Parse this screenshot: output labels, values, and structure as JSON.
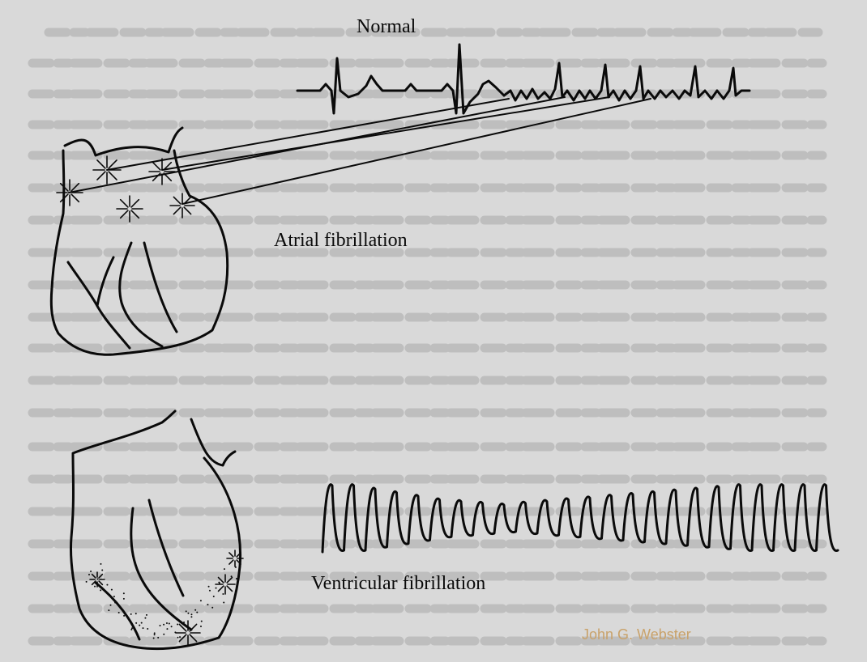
{
  "labels": {
    "normal": "Normal",
    "atrial": "Atrial fibrillation",
    "ventricular": "Ventricular fibrillation"
  },
  "credit": "John G. Webster",
  "colors": {
    "background": "#d9d9d9",
    "ink": "#0a0a0a",
    "credit": "#c9a26a",
    "faded_text": "#a7a7a7"
  }
}
